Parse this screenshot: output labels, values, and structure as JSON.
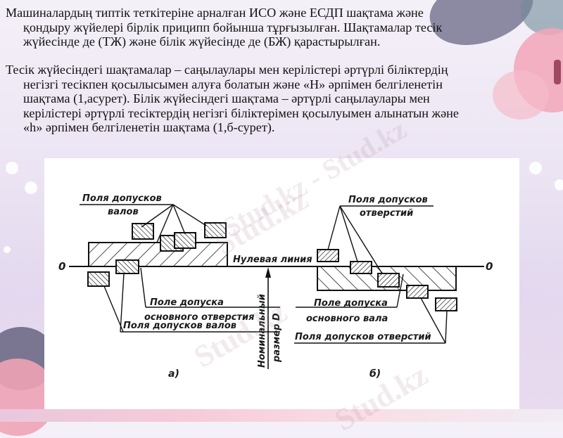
{
  "paragraphs": [
    {
      "lines": [
        "Машиналардың типтік теткітеріне арналған ИСО және ЕСДП шақтама және",
        "қондыру жүйелері бірлік приципп бойынша тұрғызылған. Шақтамалар тесік",
        "жүйесінде де (ТЖ) және білік жүйесінде де (БЖ) қарастырылған."
      ]
    },
    {
      "lines": [
        "Тесік жүйесіндегі шақтамалар – саңылаулары мен керілістері әртүрлі біліктердің",
        "негізгі тесікпен қосылысымен алуға болатын және «Н» әрпімен белгіленетін",
        "шақтама (1,асурет). Білік жүйесіндегі шақтама – әртүрлі саңылаулары мен",
        "керілістері әртүрлі тесіктердің негізгі біліктерімен қосылуымен алынатын және",
        "«һ» әрпімен белгіленетін шақтама (1,б-сурет)."
      ]
    }
  ],
  "figure": {
    "labels": {
      "shaft_fields_top_1": "Поля допусков",
      "shaft_fields_top_2": "валов",
      "hole_fields_top_1": "Поля допусков",
      "hole_fields_top_2": "отверстий",
      "zero_line": "Нулевая линия",
      "zero_left_a": "0",
      "zero_right_b": "0",
      "basic_hole_1": "Поле допуска",
      "basic_hole_2": "основного отверстия",
      "shaft_fields_bottom": "Поля допусков валов",
      "basic_shaft_1": "Поле допуска",
      "basic_shaft_2": "основного вала",
      "hole_fields_bottom": "Поля допусков отверстий",
      "nominal_1": "Номинальный",
      "nominal_2": "размер D",
      "caption_a": "а)",
      "caption_b": "б)"
    }
  },
  "watermarks": [
    "Stud.kz",
    "Stud.kz - Stud.kz",
    "Stud.kz",
    "Stud.kz"
  ],
  "colors": {
    "text": "#111111",
    "background": "#ece4f3",
    "flower_pink": "#f1a7b8",
    "leaf_slate": "#5d5a78",
    "figure_bg": "#ffffff"
  }
}
